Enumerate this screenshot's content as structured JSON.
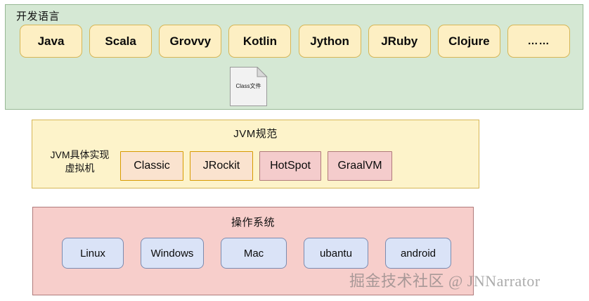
{
  "diagram": {
    "layers": {
      "languages": {
        "title": "开发语言",
        "chips": [
          {
            "label": "Java"
          },
          {
            "label": "Scala"
          },
          {
            "label": "Grovvy"
          },
          {
            "label": "Kotlin"
          },
          {
            "label": "Jython"
          },
          {
            "label": "JRuby"
          },
          {
            "label": "Clojure"
          },
          {
            "label": "……"
          }
        ],
        "color": "#d5e8d4",
        "chip_color": "#fdefc3"
      },
      "artifact": {
        "icon": "file-icon",
        "label": "Class文件"
      },
      "jvm": {
        "title": "JVM规范",
        "impl_label_line1": "JVM具体实现",
        "impl_label_line2": "虚拟机",
        "vms": [
          {
            "label": "Classic",
            "color": "#fae3cf"
          },
          {
            "label": "JRockit",
            "color": "#fae3cf"
          },
          {
            "label": "HotSpot",
            "color": "#f4cccc"
          },
          {
            "label": "GraalVM",
            "color": "#f4cccc"
          }
        ],
        "color": "#fdf3ca"
      },
      "os": {
        "title": "操作系统",
        "chips": [
          {
            "label": "Linux"
          },
          {
            "label": "Windows"
          },
          {
            "label": "Mac"
          },
          {
            "label": "ubantu"
          },
          {
            "label": "android"
          }
        ],
        "color": "#f7cecb",
        "chip_color": "#dae3f7"
      }
    },
    "watermark": "掘金技术社区 @ JNNarrator"
  }
}
